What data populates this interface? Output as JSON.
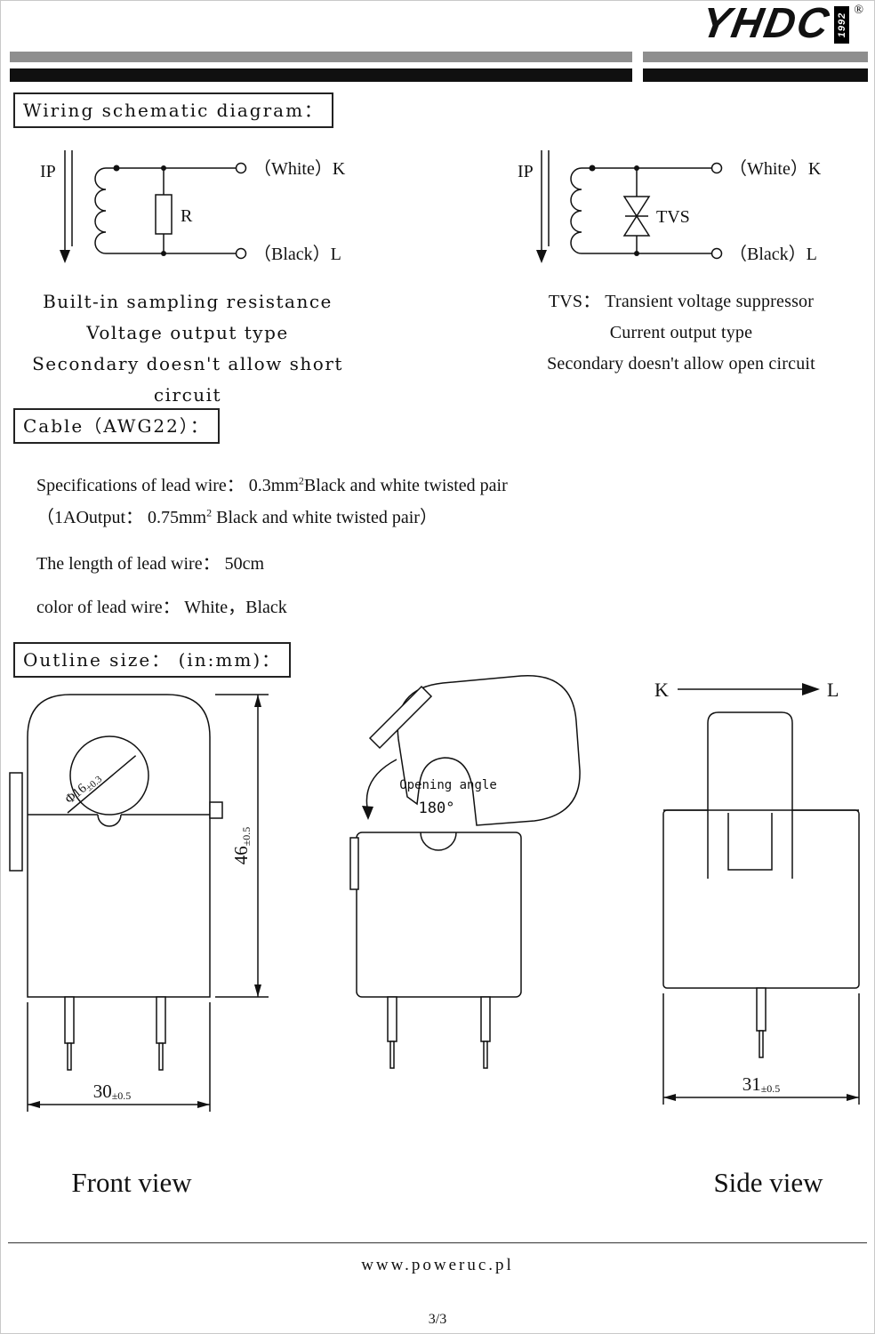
{
  "colors": {
    "bar_gray": "#8e8e8e",
    "bar_black": "#101010",
    "ink": "#111111"
  },
  "header": {
    "brand": "YHDC",
    "brand_year": "1992",
    "registered_mark": "®"
  },
  "wiring": {
    "heading": "Wiring schematic diagram：",
    "left": {
      "ip": "IP",
      "resistor": "R",
      "terminal_white": "（White）K",
      "terminal_black": "（Black）L",
      "caption1": "Built-in sampling resistance",
      "caption2": "Voltage output type",
      "caption3": "Secondary doesn't allow short circuit"
    },
    "right": {
      "ip": "IP",
      "tvs": "TVS",
      "terminal_white": "（White）K",
      "terminal_black": "（Black）L",
      "caption1": "TVS： Transient voltage suppressor",
      "caption2": "Current output type",
      "caption3": "Secondary doesn't allow open circuit"
    }
  },
  "cable": {
    "heading": "Cable（AWG22）：",
    "spec_pre": "Specifications of lead wire： 0.3mm",
    "spec_sup": "2",
    "spec_post": "Black and white twisted pair",
    "spec2_pre": "（1AOutput： 0.75mm",
    "spec2_sup": "2",
    "spec2_post": " Black and white twisted pair）",
    "length_line": "The length of lead wire： 50cm",
    "color_line": "color of lead wire： White，Black"
  },
  "outline": {
    "heading": "Outline size： (in:mm)：",
    "front": {
      "dia_label": "Φ16",
      "dia_tol": "±0.3",
      "height_label": "46",
      "height_tol": "±0.5",
      "width_label": "30",
      "width_tol": "±0.5",
      "caption": "Front view"
    },
    "middle": {
      "opening_angle_label": "Opening angle",
      "opening_angle_value": "180°"
    },
    "side": {
      "k": "K",
      "l": "L",
      "width_label": "31",
      "width_tol": "±0.5",
      "caption": "Side view"
    }
  },
  "footer": {
    "website": "www.poweruc.pl",
    "page_number": "3/3"
  }
}
